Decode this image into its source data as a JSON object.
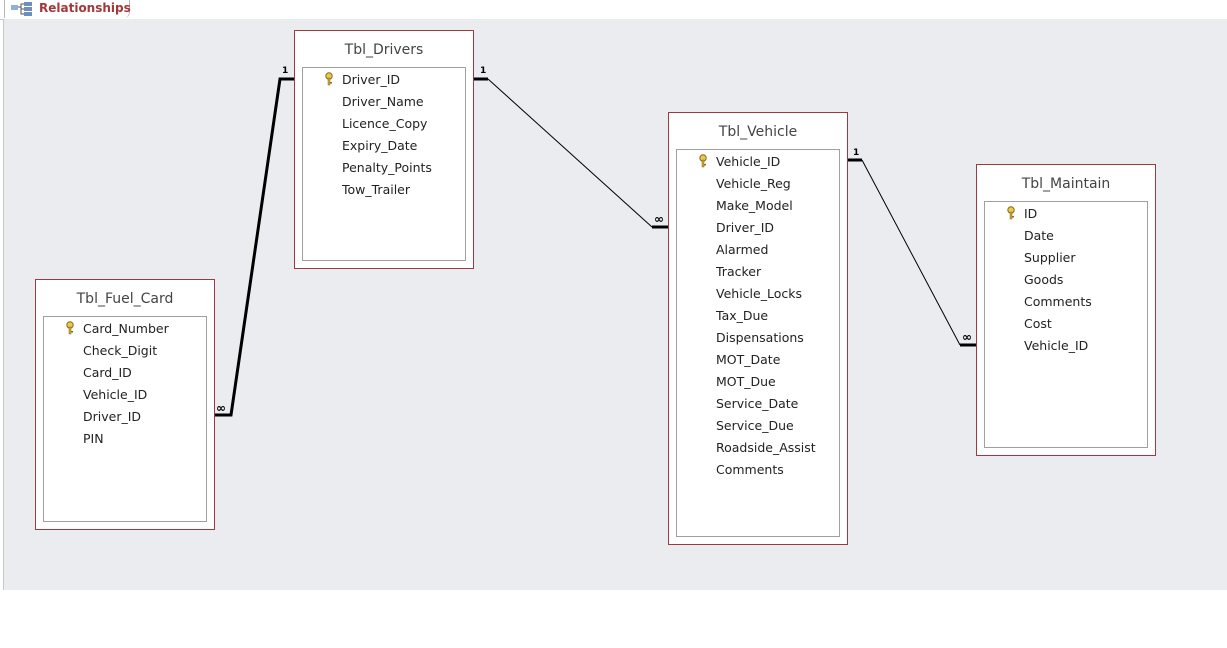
{
  "tab": {
    "label": "Relationships",
    "icon": "relationships-icon"
  },
  "tables": [
    {
      "name": "Tbl_Drivers",
      "key": "Driver_ID",
      "fields": [
        "Driver_ID",
        "Driver_Name",
        "Licence_Copy",
        "Expiry_Date",
        "Penalty_Points",
        "Tow_Trailer"
      ]
    },
    {
      "name": "Tbl_Fuel_Card",
      "key": "Card_Number",
      "fields": [
        "Card_Number",
        "Check_Digit",
        "Card_ID",
        "Vehicle_ID",
        "Driver_ID",
        "PIN"
      ]
    },
    {
      "name": "Tbl_Vehicle",
      "key": "Vehicle_ID",
      "fields": [
        "Vehicle_ID",
        "Vehicle_Reg",
        "Make_Model",
        "Driver_ID",
        "Alarmed",
        "Tracker",
        "Vehicle_Locks",
        "Tax_Due",
        "Dispensations",
        "MOT_Date",
        "MOT_Due",
        "Service_Date",
        "Service_Due",
        "Roadside_Assist",
        "Comments"
      ]
    },
    {
      "name": "Tbl_Maintain",
      "key": "ID",
      "fields": [
        "ID",
        "Date",
        "Supplier",
        "Goods",
        "Comments",
        "Cost",
        "Vehicle_ID"
      ]
    }
  ],
  "relationships": [
    {
      "from": "Tbl_Drivers.Driver_ID",
      "to": "Tbl_Fuel_Card.Driver_ID",
      "one": "1",
      "many": "∞"
    },
    {
      "from": "Tbl_Drivers.Driver_ID",
      "to": "Tbl_Vehicle.Driver_ID",
      "one": "1",
      "many": "∞"
    },
    {
      "from": "Tbl_Vehicle.Vehicle_ID",
      "to": "Tbl_Maintain.Vehicle_ID",
      "one": "1",
      "many": "∞"
    }
  ]
}
